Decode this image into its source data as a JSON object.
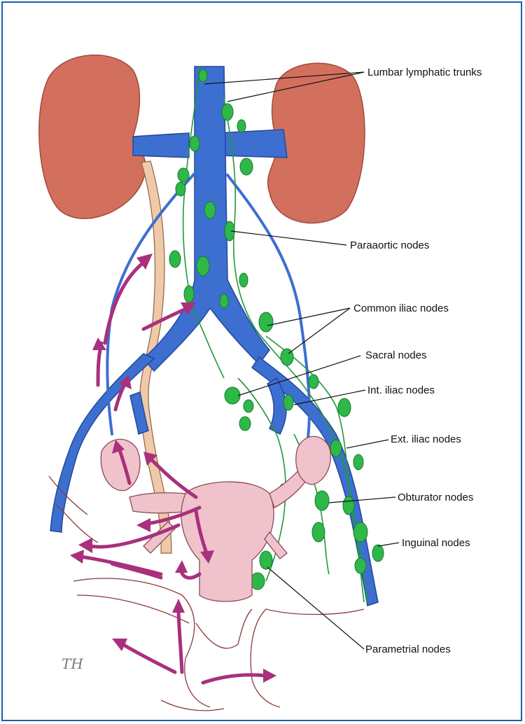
{
  "labels": {
    "lumbar": "Lumbar lymphatic trunks",
    "paraaortic": "Paraaortic nodes",
    "common_iliac": "Common iliac nodes",
    "sacral": "Sacral nodes",
    "int_iliac": "Int. iliac nodes",
    "ext_iliac": "Ext. iliac nodes",
    "obturator": "Obturator nodes",
    "inguinal": "Inguinal nodes",
    "parametrial": "Parametrial nodes"
  },
  "signature": "TH",
  "colors": {
    "frame": "#1f5fa8",
    "vein": "#3d6fd0",
    "lymph": "#2fb84a",
    "arrow": "#a8307c",
    "kidney": "#d3705d",
    "uterus": "#f0c2cc"
  }
}
